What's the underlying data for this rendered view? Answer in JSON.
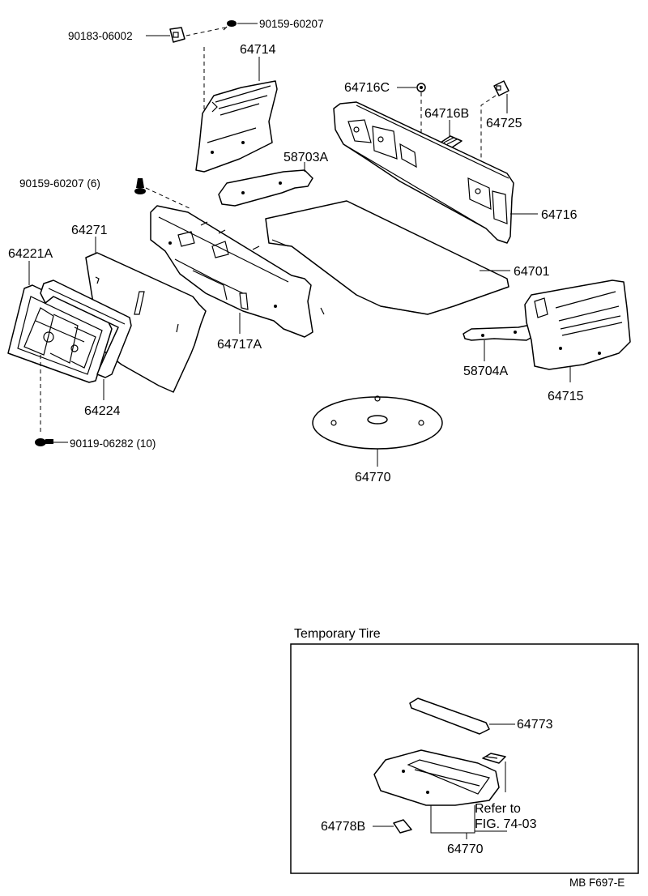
{
  "drawing": {
    "callouts": {
      "p90183_06002": "90183-06002",
      "p90159_60207_top": "90159-60207",
      "p64714": "64714",
      "p64716C": "64716C",
      "p64716B": "64716B",
      "p64725": "64725",
      "p58703A": "58703A",
      "p90159_60207_6": "90159-60207 (6)",
      "p64716": "64716",
      "p64271": "64271",
      "p64221A": "64221A",
      "p64701": "64701",
      "p64717A": "64717A",
      "p58704A": "58704A",
      "p64224": "64224",
      "p64715": "64715",
      "p90119_06282_10": "90119-06282 (10)",
      "p64770_main": "64770"
    },
    "inset": {
      "title": "Temporary Tire",
      "p64773": "64773",
      "refer_line1": "Refer to",
      "refer_line2": "FIG. 74-03",
      "p64778B": "64778B",
      "p64770": "64770"
    },
    "footer": "MB  F697-E"
  }
}
